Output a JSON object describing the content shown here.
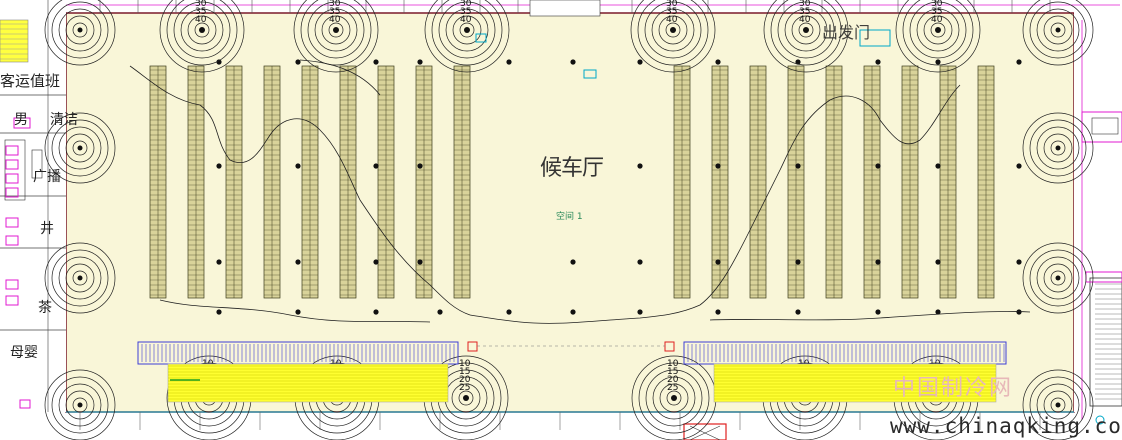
{
  "hall": {
    "title": "候车厅",
    "subtitle": "空间 1",
    "background": "#f9f6d8",
    "outline_color": "#7a1a2a",
    "bench_color": "#d9d39a",
    "bench_stroke": "#3a3a1a",
    "contour_color": "#202020",
    "escalator_blue": "#3d3dd6",
    "escalator_yellow": "#ffff30"
  },
  "labels": {
    "left_top": "客运值班",
    "left_mid": "男",
    "left_clean": "清洁",
    "left_broadcast": "广播",
    "left_well": "井",
    "left_tea": "茶",
    "left_mother": "母婴",
    "top_right": "出发门",
    "contour_values": {
      "v40": "40",
      "v35": "35",
      "v30": "30",
      "v25": "25",
      "v20": "20",
      "v15": "15",
      "v10": "10"
    }
  },
  "watermark": {
    "chinese": "中国制冷网",
    "url": "www.chinaqking.com"
  },
  "legend_colors": {
    "magenta": "#e01ad0",
    "cyan": "#00a8c8",
    "red": "#e02020",
    "green": "#20a020"
  }
}
